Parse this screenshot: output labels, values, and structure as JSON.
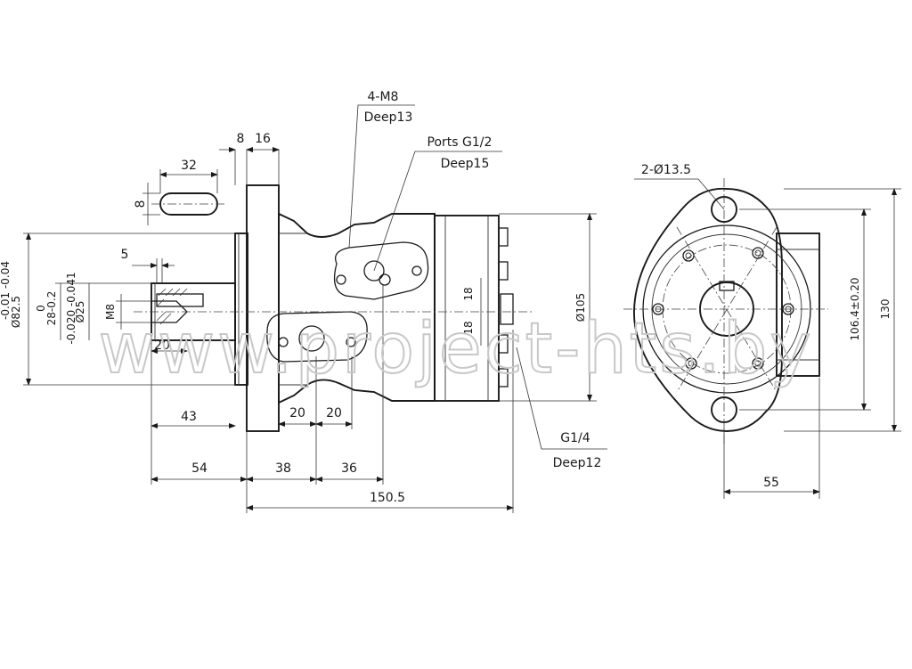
{
  "dimensions": {
    "d8": "8",
    "d16": "16",
    "d32": "32",
    "slot_w": "8",
    "d5": "5",
    "shaft_dia": "Ø82.5",
    "shaft_dia_tol": "-0.01 -0.04",
    "key_depth": "28-0.2",
    "key_depth_zero": "0",
    "bore_dia": "Ø25",
    "bore_tol": "-0.020 -0.041",
    "thread": "M8",
    "d20_left": "20",
    "d43": "43",
    "d20_a": "20",
    "d20_b": "20",
    "d54": "54",
    "d38": "38",
    "d36": "36",
    "overall": "150.5",
    "d18_a": "18",
    "d18_b": "18",
    "dia105": "Ø105",
    "d55": "55",
    "d106": "106.4±0.20",
    "d130": "130"
  },
  "callouts": {
    "tapped_holes": "4-M8",
    "tapped_depth": "Deep13",
    "ports": "Ports G1/2",
    "ports_depth": "Deep15",
    "drain": "G1/4",
    "drain_depth": "Deep12",
    "mount_holes": "2-Ø13.5"
  },
  "watermark": "www.project-hts.by"
}
